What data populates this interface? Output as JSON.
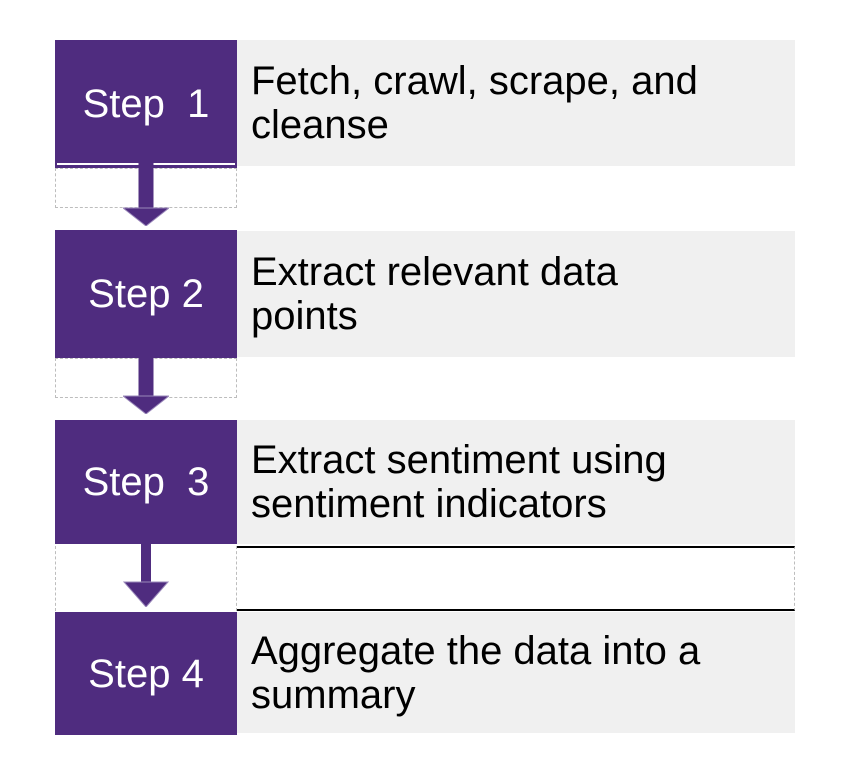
{
  "diagram": {
    "steps": [
      {
        "label": "Step  1",
        "description_line1": "Fetch, crawl, scrape, and",
        "description_line2": "cleanse"
      },
      {
        "label": "Step 2",
        "description_line1": "Extract relevant data",
        "description_line2": "points"
      },
      {
        "label": "Step  3",
        "description_line1": "Extract sentiment using",
        "description_line2": "sentiment indicators"
      },
      {
        "label": "Step 4",
        "description_line1": "Aggregate the data into a",
        "description_line2": "summary"
      }
    ],
    "connectors": [
      {
        "icon": "arrow-down-icon"
      },
      {
        "icon": "arrow-down-icon"
      },
      {
        "icon": "arrow-down-icon"
      }
    ],
    "colors": {
      "step_box": "#4F2C7F",
      "description_panel": "#F0F0F0",
      "arrow": "#4F2C7F",
      "arrow_highlight": "#9A88BA",
      "label_text": "#FFFFFF",
      "description_text": "#000000",
      "dashed_border": "#BDBDBD",
      "band_border": "#000000"
    }
  }
}
